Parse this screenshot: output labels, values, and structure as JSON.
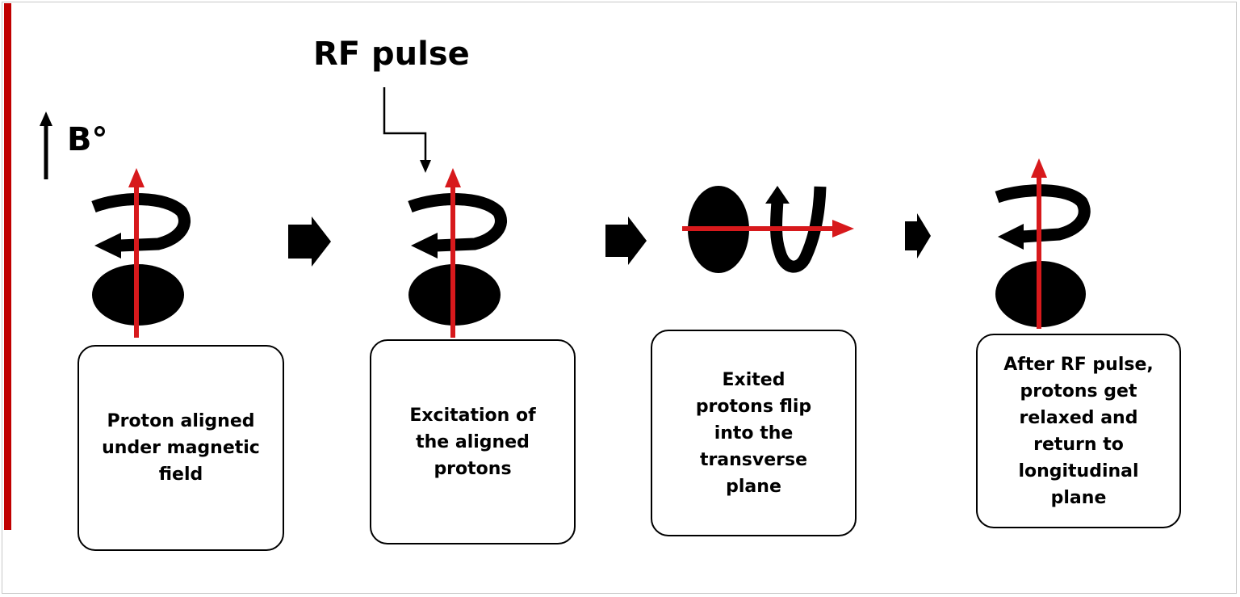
{
  "labels": {
    "rf_pulse": "RF pulse",
    "b0": "B°"
  },
  "steps": [
    {
      "text": "Proton aligned under magnetic field"
    },
    {
      "text": "Excitation of the aligned protons"
    },
    {
      "text": "Exited protons flip into the transverse plane"
    },
    {
      "text": "After RF pulse, protons get relaxed and return to longitudinal plane"
    }
  ],
  "colors": {
    "accent_red": "#c00000",
    "arrow_red": "#d7191c",
    "ink": "#000000"
  },
  "icons": [
    "proton-ellipse-icon",
    "spin-arrow-icon",
    "magnetic-moment-arrow-icon",
    "step-arrow-icon",
    "rf-pulse-arrow-icon",
    "b0-field-arrow-icon"
  ]
}
